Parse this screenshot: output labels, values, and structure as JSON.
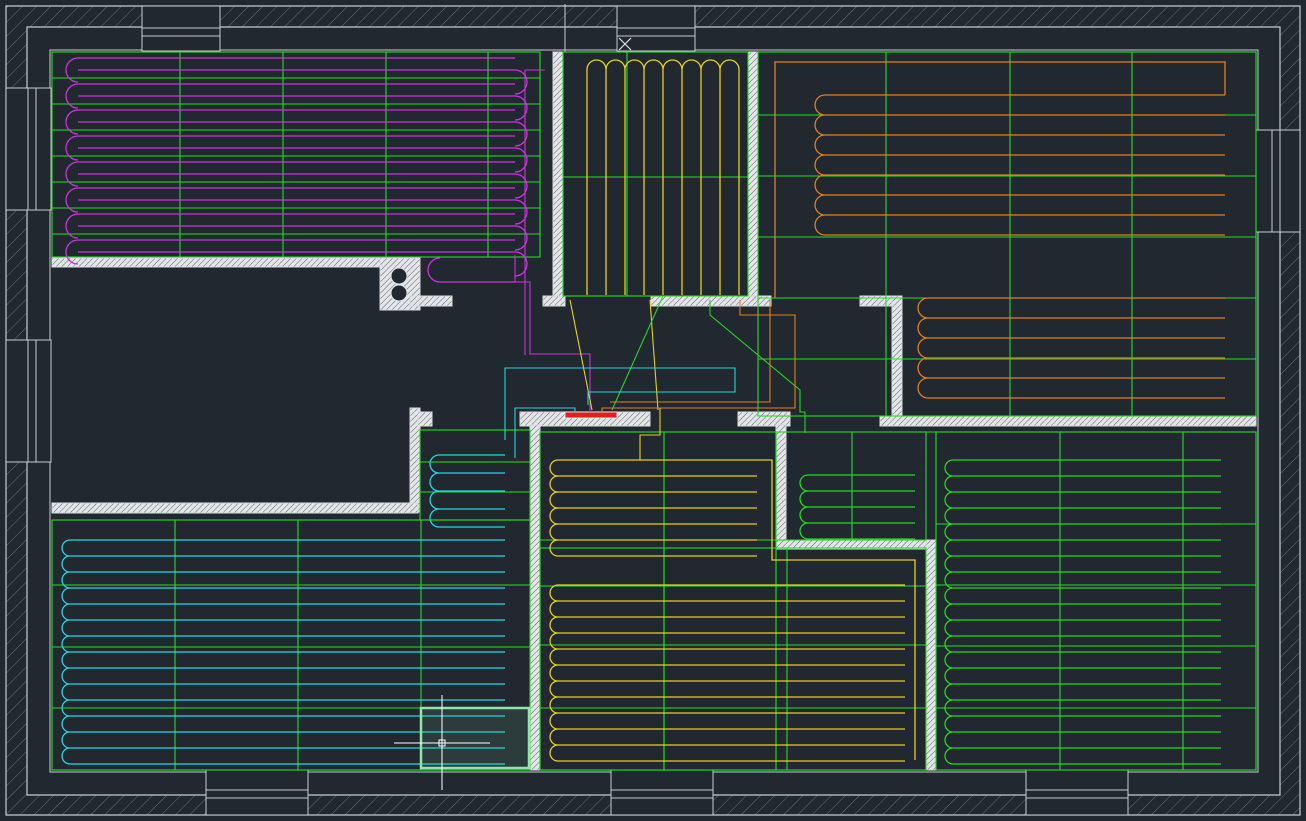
{
  "drawing": {
    "background": "#212830",
    "wall_color": "#c8ccd0",
    "grid_color": "#22e022",
    "manifold_color": "#e02020"
  },
  "circuits": [
    {
      "name": "magenta-circuit",
      "color": "#d030e0"
    },
    {
      "name": "yellow-top-circuit",
      "color": "#e8d020"
    },
    {
      "name": "orange-circuit",
      "color": "#e08020"
    },
    {
      "name": "cyan-circuit",
      "color": "#20d8e0"
    },
    {
      "name": "yellow-bottom-circuit",
      "color": "#e8d020"
    },
    {
      "name": "green-circuit",
      "color": "#22d822"
    }
  ]
}
